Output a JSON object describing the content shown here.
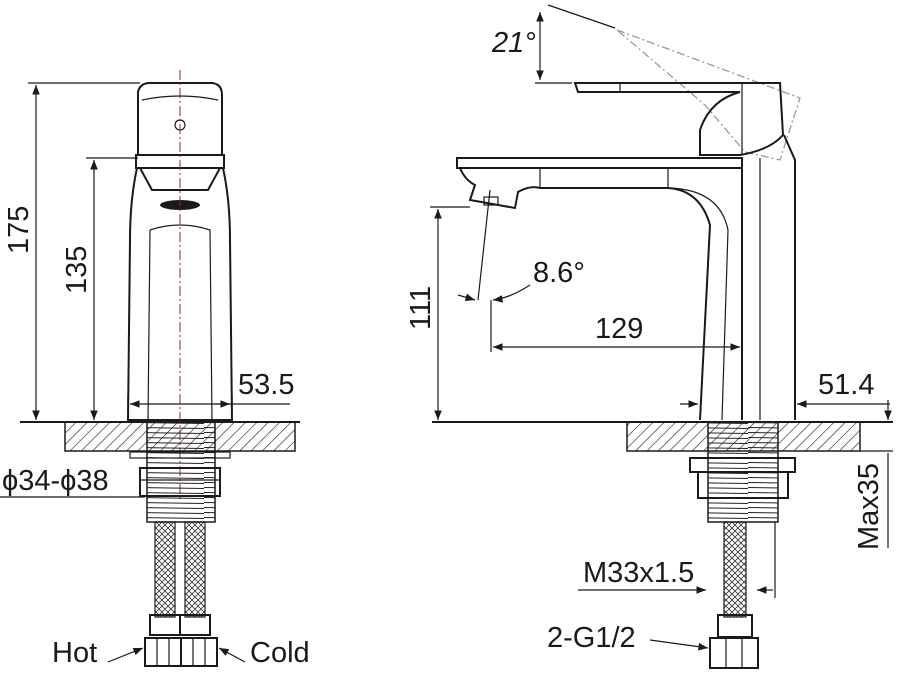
{
  "labels": {
    "height_total": "175",
    "height_spout_left": "135",
    "base_width": "53.5",
    "hole_diameter": "ϕ34-ϕ38",
    "hot": "Hot",
    "cold": "Cold",
    "handle_angle": "21°",
    "spout_angle": "8.6°",
    "spout_height": "111",
    "spout_reach": "129",
    "base_depth": "51.4",
    "max_thickness": "Max35",
    "thread": "M33x1.5",
    "connection": "2-G1/2"
  }
}
